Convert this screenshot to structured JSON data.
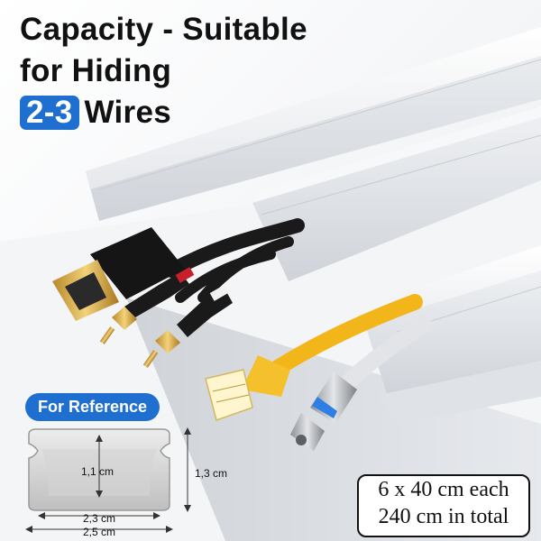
{
  "headline": {
    "line1": "Capacity - Suitable",
    "line2": "for Hiding",
    "highlight": "2-3",
    "line3_rest": "Wires"
  },
  "reference": {
    "label": "For Reference",
    "inner_height": "1,1 cm",
    "outer_height": "1,3 cm",
    "inner_width": "2,3 cm",
    "outer_width": "2,5 cm"
  },
  "summary": {
    "line1": "6 x 40 cm each",
    "line2": "240 cm in total"
  },
  "colors": {
    "accent": "#1f6fd1",
    "ethernet_cable": "#f2b51a",
    "coax_ring": "#2f7ee6"
  },
  "icons": [
    "hdmi-connector",
    "rca-connector",
    "ethernet-connector",
    "coax-connector"
  ]
}
